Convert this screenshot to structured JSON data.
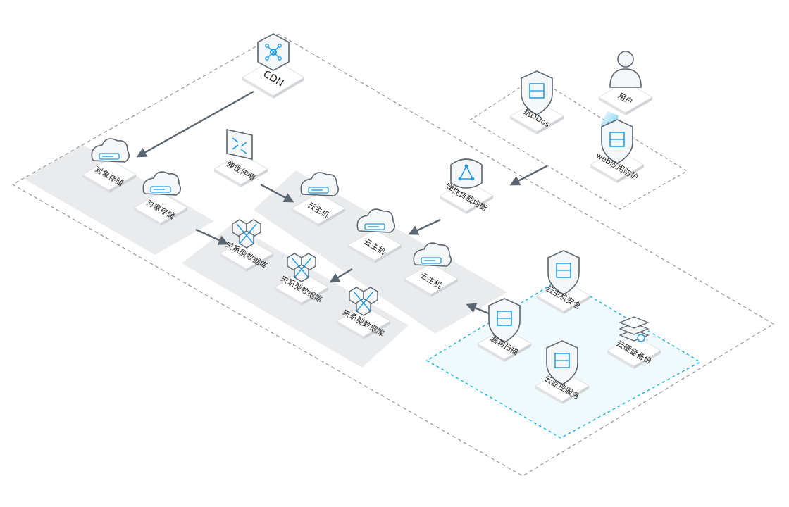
{
  "colors": {
    "accent": "#1a9be6",
    "arrow": "#5a6672",
    "panel": "#eaebed",
    "tile": "#ffffff",
    "dash": "#9a9a9a",
    "security_fill": "#eaf6fb",
    "security_dash": "#1fb6e0"
  },
  "nodes": [
    {
      "key": "cdn",
      "label": "CDN",
      "icon": "network-hub-icon"
    },
    {
      "key": "storage1",
      "label": "对象存储",
      "icon": "cloud-upload-icon"
    },
    {
      "key": "storage2",
      "label": "对象存储",
      "icon": "cloud-upload-icon"
    },
    {
      "key": "autoscale",
      "label": "弹性伸缩",
      "icon": "expand-arrows-icon"
    },
    {
      "key": "host1",
      "label": "云主机",
      "icon": "cloud-server-icon"
    },
    {
      "key": "host2",
      "label": "云主机",
      "icon": "cloud-server-icon"
    },
    {
      "key": "host3",
      "label": "云主机",
      "icon": "cloud-server-icon"
    },
    {
      "key": "lb",
      "label": "弹性负载均衡",
      "icon": "load-balancer-icon"
    },
    {
      "key": "db1",
      "label": "关系型数据库",
      "icon": "hex-database-icon"
    },
    {
      "key": "db2",
      "label": "关系型数据库",
      "icon": "hex-database-icon"
    },
    {
      "key": "db3",
      "label": "关系型数据库",
      "icon": "hex-database-icon"
    },
    {
      "key": "ddos",
      "label": "抗DDos",
      "icon": "shield-d-icon"
    },
    {
      "key": "user",
      "label": "用户",
      "icon": "user-icon"
    },
    {
      "key": "waf",
      "label": "web应用防护",
      "icon": "shield-firewall-icon"
    },
    {
      "key": "hostsec",
      "label": "云主机安全",
      "icon": "shield-server-icon"
    },
    {
      "key": "backup",
      "label": "云硬盘备份",
      "icon": "disk-backup-icon"
    },
    {
      "key": "scan",
      "label": "漏洞扫描",
      "icon": "shield-scan-icon"
    },
    {
      "key": "monitor",
      "label": "云监控服务",
      "icon": "shield-chart-icon"
    }
  ]
}
